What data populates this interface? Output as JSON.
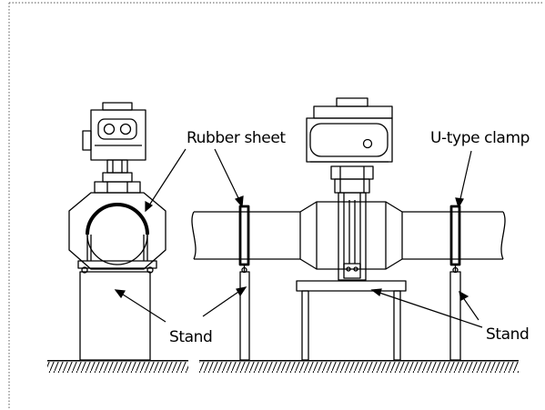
{
  "labels": {
    "rubber_sheet": "Rubber sheet",
    "u_type_clamp": "U-type clamp",
    "stand_left": "Stand",
    "stand_right": "Stand"
  },
  "colors": {
    "line": "#000000",
    "background": "#ffffff",
    "border": "#777777"
  }
}
